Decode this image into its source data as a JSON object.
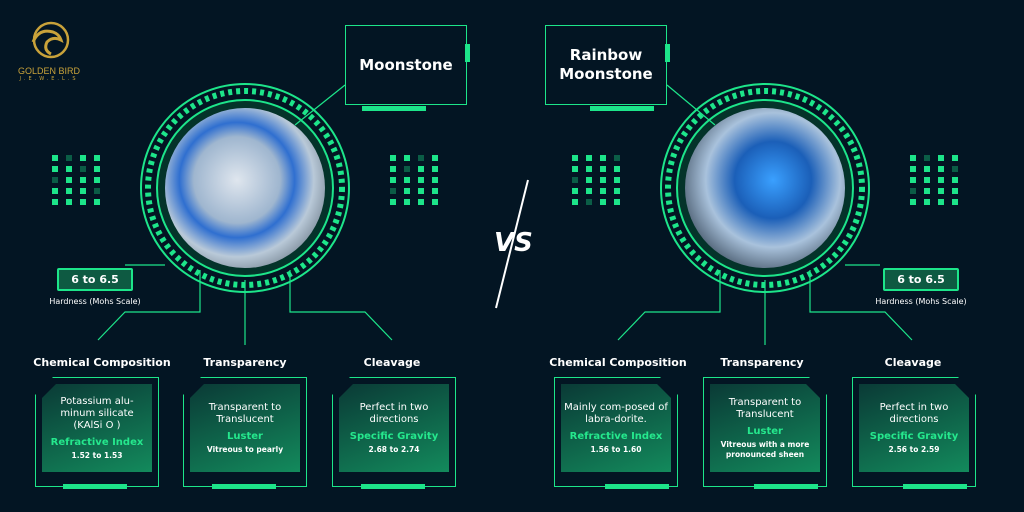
{
  "brand": {
    "name": "GOLDEN BIRD",
    "sub": "J.E.W.E.L.S"
  },
  "vs": "VS",
  "colors": {
    "accent": "#1de58a",
    "bg": "#031523"
  },
  "left": {
    "title": "Moonstone",
    "hardness": "6 to 6.5",
    "hardness_label": "Hardness (Mohs Scale)",
    "cards": [
      {
        "header": "Chemical Composition",
        "desc": "Potassium alu-minum silicate (KAlSi O )",
        "key": "Refractive Index",
        "value": "1.52 to 1.53"
      },
      {
        "header": "Transparency",
        "desc": "Transparent to Translucent",
        "key": "Luster",
        "value": "Vitreous to pearly"
      },
      {
        "header": "Cleavage",
        "desc": "Perfect in two directions",
        "key": "Specific Gravity",
        "value": "2.68 to 2.74"
      }
    ]
  },
  "right": {
    "title": "Rainbow Moonstone",
    "hardness": "6 to 6.5",
    "hardness_label": "Hardness (Mohs Scale)",
    "cards": [
      {
        "header": "Chemical Composition",
        "desc": "Mainly com-posed of labra-dorite.",
        "key": "Refractive Index",
        "value": "1.56 to 1.60"
      },
      {
        "header": "Transparency",
        "desc": "Transparent to Translucent",
        "key": "Luster",
        "value": "Vitreous with a more pronounced sheen"
      },
      {
        "header": "Cleavage",
        "desc": "Perfect in two directions",
        "key": "Specific Gravity",
        "value": "2.56 to 2.59"
      }
    ]
  }
}
